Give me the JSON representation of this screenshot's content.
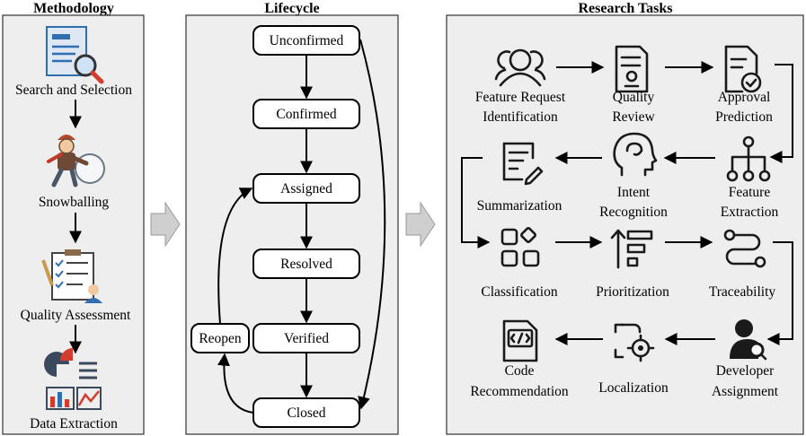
{
  "methodology": {
    "title": "Methodology",
    "steps": [
      "Search and Selection",
      "Snowballing",
      "Quality Assessment",
      "Data Extraction"
    ]
  },
  "lifecycle": {
    "title": "Lifecycle",
    "states": [
      "Unconfirmed",
      "Confirmed",
      "Assigned",
      "Resolved",
      "Verified",
      "Closed"
    ],
    "reopen": "Reopen"
  },
  "research": {
    "title": "Research Tasks",
    "tasks": [
      {
        "icon": "people-icon",
        "line1": "Feature Request",
        "line2": "Identification"
      },
      {
        "icon": "certificate-doc-icon",
        "line1": "Quality",
        "line2": "Review"
      },
      {
        "icon": "approved-doc-icon",
        "line1": "Approval",
        "line2": "Prediction"
      },
      {
        "icon": "hierarchy-icon",
        "line1": "Feature",
        "line2": "Extraction"
      },
      {
        "icon": "head-brain-icon",
        "line1": "Intent",
        "line2": "Recognition"
      },
      {
        "icon": "doc-pen-icon",
        "line1": "Summarization",
        "line2": ""
      },
      {
        "icon": "categories-icon",
        "line1": "Classification",
        "line2": ""
      },
      {
        "icon": "sort-bars-icon",
        "line1": "Prioritization",
        "line2": ""
      },
      {
        "icon": "trace-path-icon",
        "line1": "Traceability",
        "line2": ""
      },
      {
        "icon": "user-search-icon",
        "line1": "Developer",
        "line2": "Assignment"
      },
      {
        "icon": "target-frame-icon",
        "line1": "Localization",
        "line2": ""
      },
      {
        "icon": "code-file-icon",
        "line1": "Code",
        "line2": "Recommendation"
      }
    ]
  },
  "colors": {
    "panel": "#eeeeee",
    "accent_red": "#d23c2c",
    "accent_blue": "#2f6fb0",
    "skin": "#f0c9a0"
  }
}
